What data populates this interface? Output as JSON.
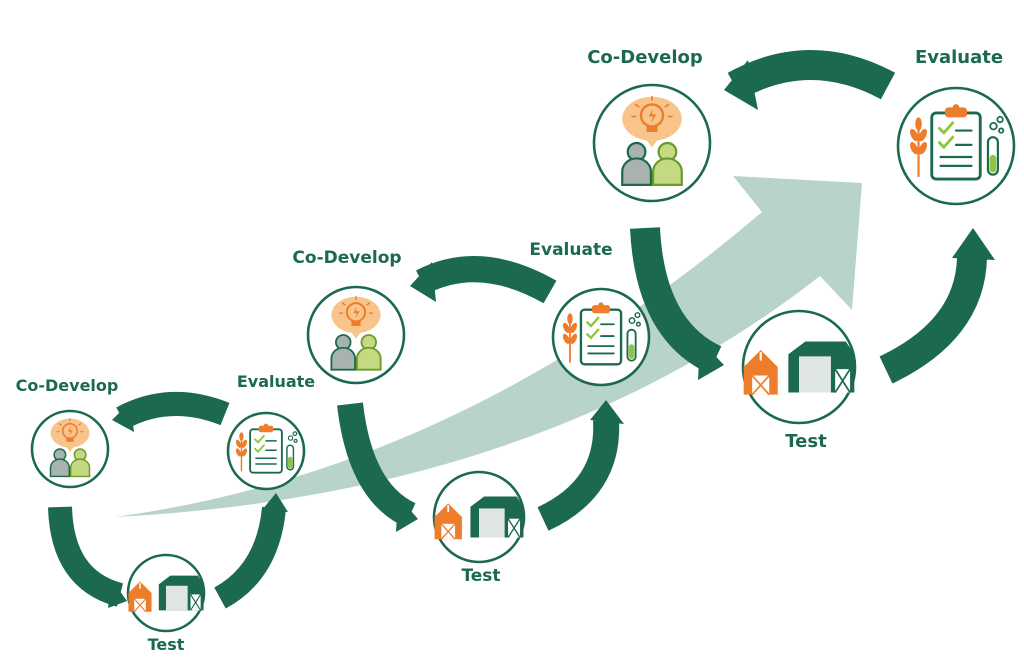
{
  "colors": {
    "dark_green": "#1b6a4f",
    "light_arrow": "#b8d3c8",
    "orange": "#ee7d2b",
    "peach": "#f7c58c",
    "person_gray": "#a9b3ae",
    "person_green": "#c4d982"
  },
  "cycles": [
    {
      "codevelop_label": "Co-Develop",
      "evaluate_label": "Evaluate",
      "test_label": "Test",
      "codevelop_icon": "people-idea-icon",
      "evaluate_icon": "clipboard-checklist-icon",
      "test_icon": "barn-icon"
    },
    {
      "codevelop_label": "Co-Develop",
      "evaluate_label": "Evaluate",
      "test_label": "Test",
      "codevelop_icon": "people-idea-icon",
      "evaluate_icon": "clipboard-checklist-icon",
      "test_icon": "barn-icon"
    },
    {
      "codevelop_label": "Co-Develop",
      "evaluate_label": "Evaluate",
      "test_label": "Test",
      "codevelop_icon": "people-idea-icon",
      "evaluate_icon": "clipboard-checklist-icon",
      "test_icon": "barn-icon"
    }
  ],
  "growth_arrow_icon": "upward-growth-arrow"
}
